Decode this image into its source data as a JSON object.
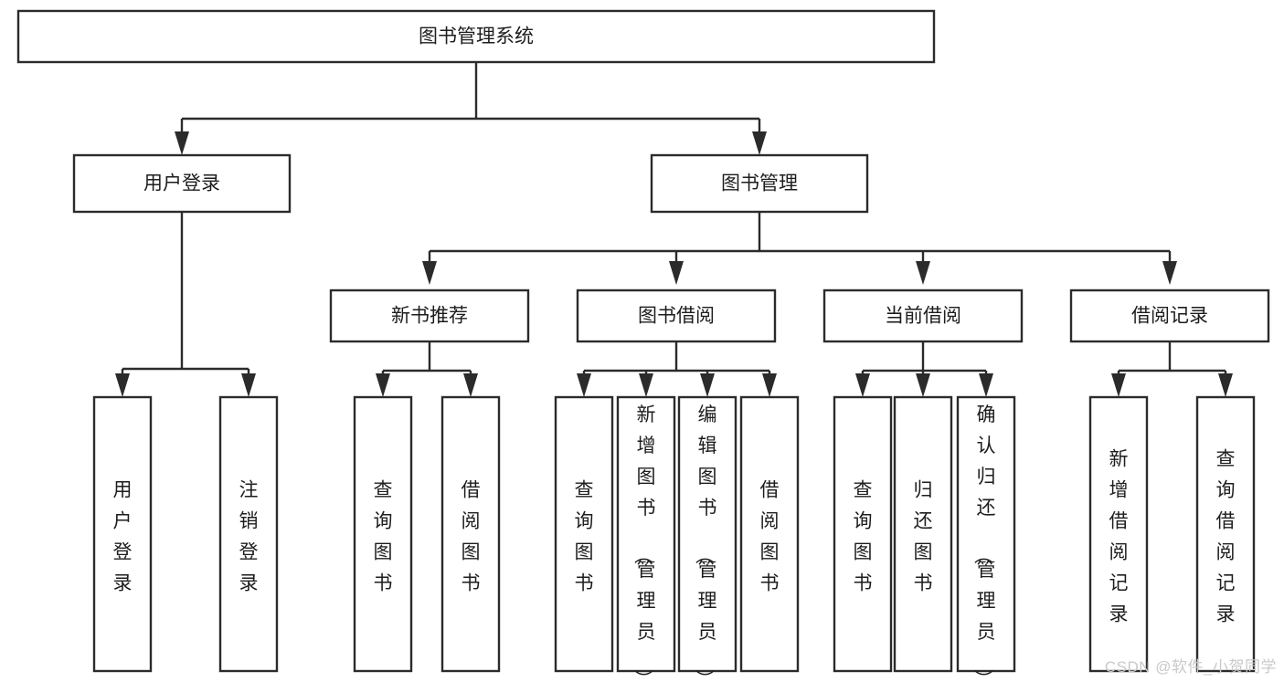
{
  "diagram": {
    "title": "图书管理系统",
    "watermark": "CSDN @软件_小贺同学",
    "root": {
      "id": "root",
      "label": "图书管理系统"
    },
    "level2": [
      {
        "id": "user-login",
        "label": "用户登录"
      },
      {
        "id": "book-manage",
        "label": "图书管理"
      }
    ],
    "level3": [
      {
        "id": "new-book-rec",
        "label": "新书推荐",
        "parent": "book-manage"
      },
      {
        "id": "book-borrow",
        "label": "图书借阅",
        "parent": "book-manage"
      },
      {
        "id": "current-borrow",
        "label": "当前借阅",
        "parent": "book-manage"
      },
      {
        "id": "borrow-record",
        "label": "借阅记录",
        "parent": "book-manage"
      }
    ],
    "leaves": [
      {
        "id": "leaf-user-login",
        "label": "用户登录",
        "parent": "user-login"
      },
      {
        "id": "leaf-logout-login",
        "label": "注销登录",
        "parent": "user-login"
      },
      {
        "id": "leaf-query-book-1",
        "label": "查询图书",
        "parent": "new-book-rec"
      },
      {
        "id": "leaf-borrow-book-1",
        "label": "借阅图书",
        "parent": "new-book-rec"
      },
      {
        "id": "leaf-query-book-2",
        "label": "查询图书",
        "parent": "book-borrow"
      },
      {
        "id": "leaf-add-book",
        "label": "新增图书（管理员）",
        "parent": "book-borrow"
      },
      {
        "id": "leaf-edit-book",
        "label": "编辑图书（管理员）",
        "parent": "book-borrow"
      },
      {
        "id": "leaf-borrow-book-2",
        "label": "借阅图书",
        "parent": "book-borrow"
      },
      {
        "id": "leaf-query-book-3",
        "label": "查询图书",
        "parent": "current-borrow"
      },
      {
        "id": "leaf-return-book",
        "label": "归还图书",
        "parent": "current-borrow"
      },
      {
        "id": "leaf-confirm-return",
        "label": "确认归还（管理员）",
        "parent": "current-borrow"
      },
      {
        "id": "leaf-add-record",
        "label": "新增借阅记录",
        "parent": "borrow-record"
      },
      {
        "id": "leaf-query-record",
        "label": "查询借阅记录",
        "parent": "borrow-record"
      }
    ],
    "colors": {
      "stroke": "#2b2b2b",
      "fill": "#ffffff",
      "text": "#1d1d1d",
      "watermark": "#c9c9c9"
    }
  }
}
